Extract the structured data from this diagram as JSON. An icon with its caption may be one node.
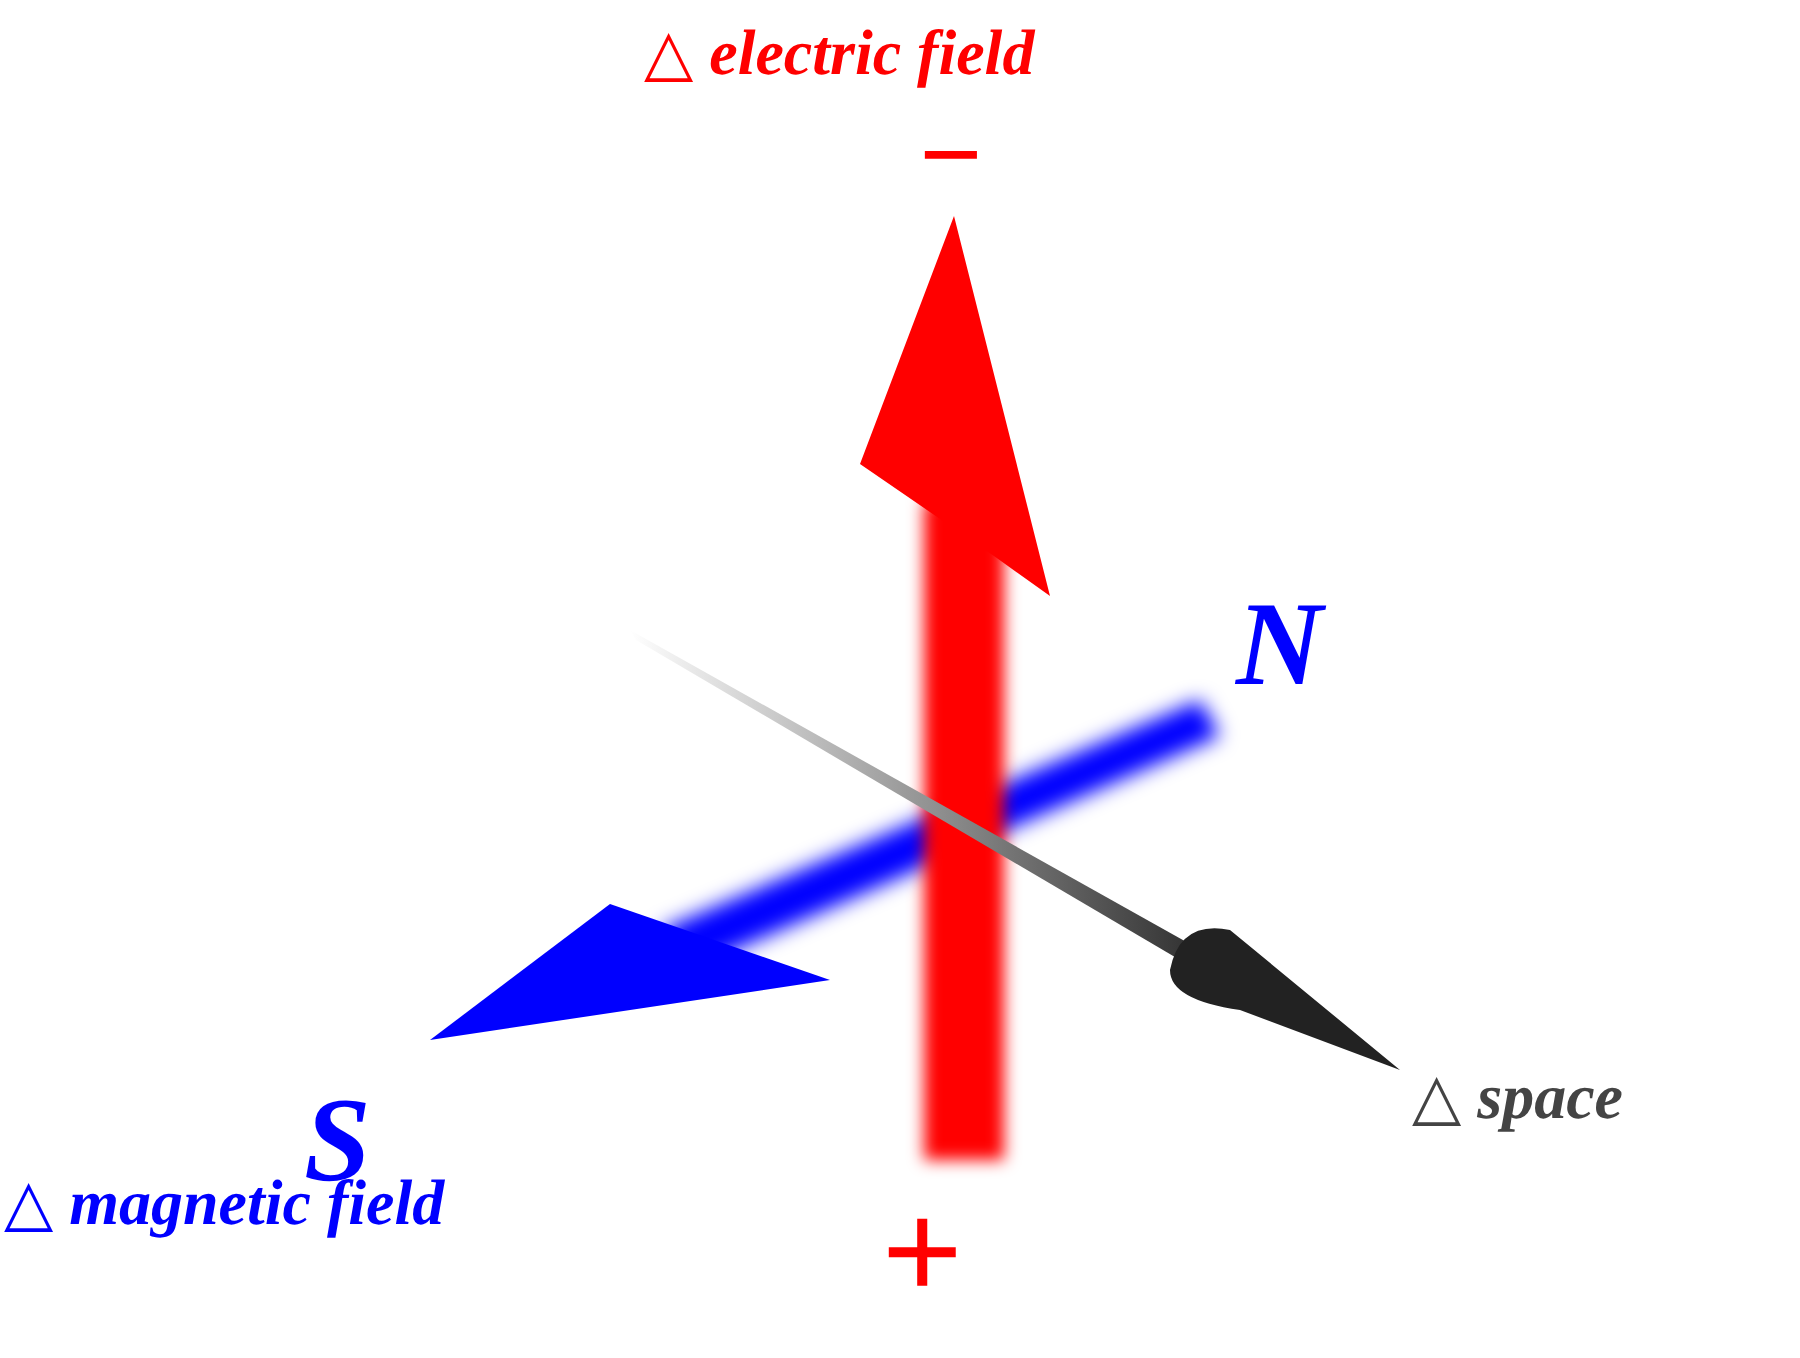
{
  "diagram": {
    "labels": [
      "△ electric field",
      "−",
      "N",
      "△ space",
      "S",
      "△ magnetic field",
      "+"
    ]
  }
}
